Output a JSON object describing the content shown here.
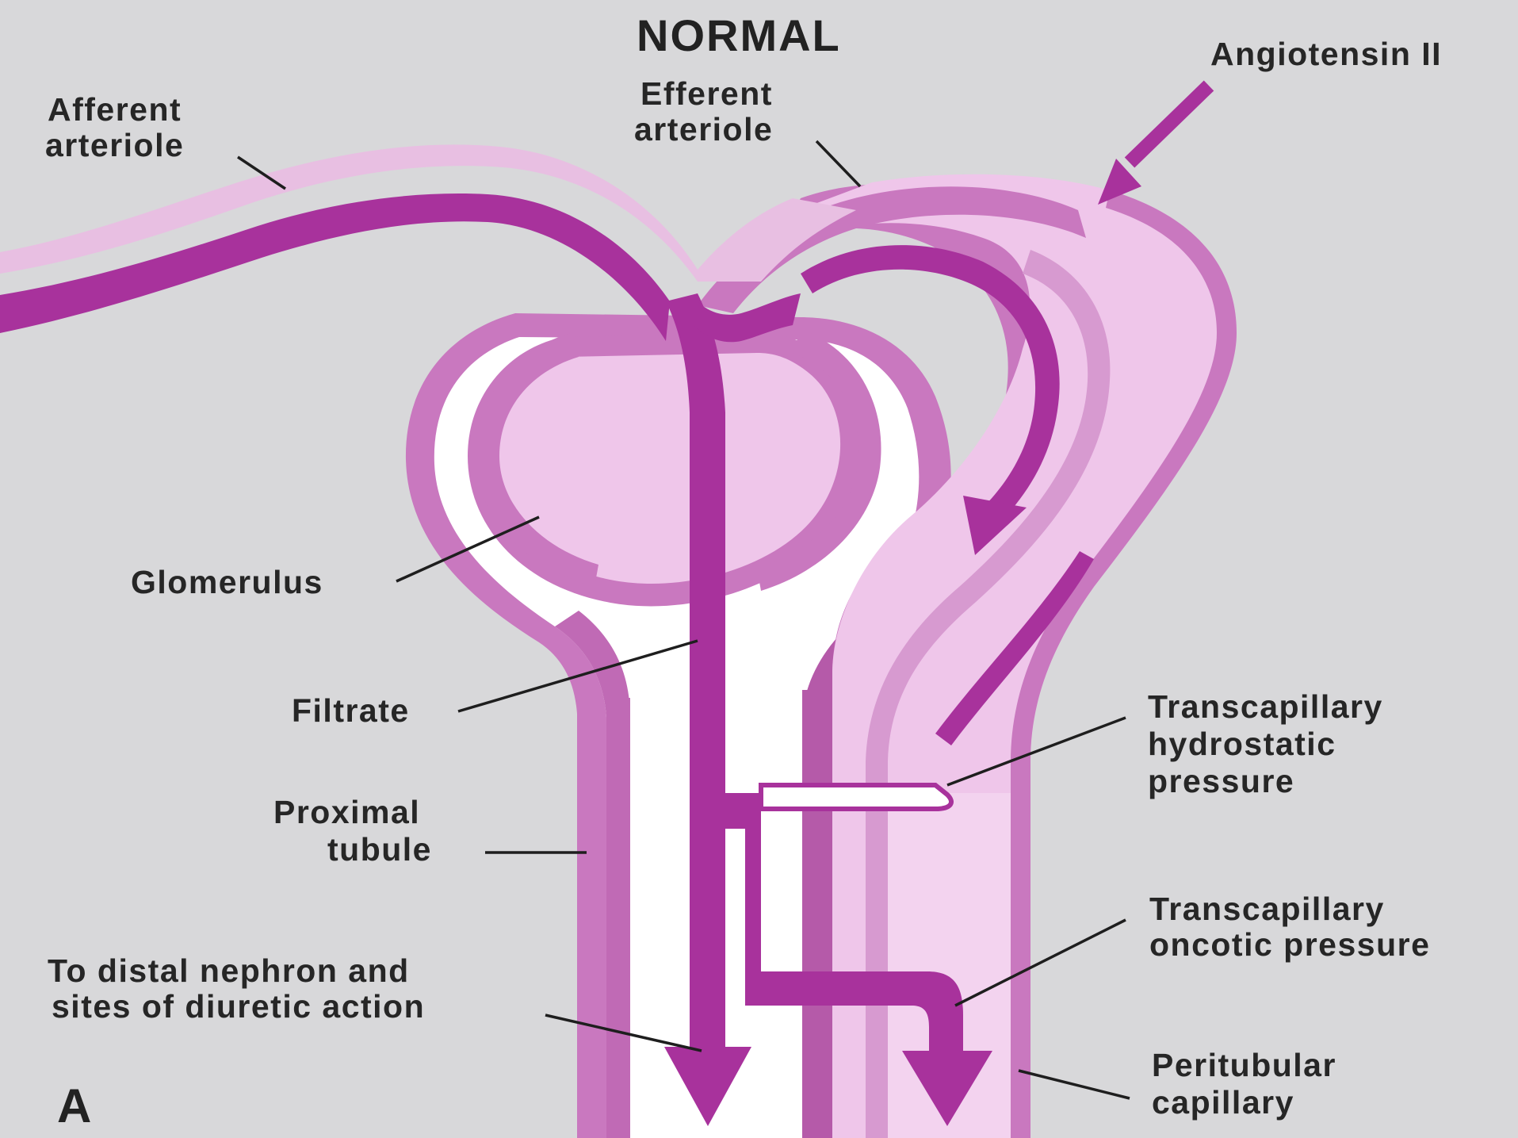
{
  "title": "NORMAL",
  "panel_letter": "A",
  "labels": {
    "afferent": [
      "Afferent",
      "arteriole"
    ],
    "efferent": [
      "Efferent",
      "arteriole"
    ],
    "angiotensin": "Angiotensin II",
    "glomerulus": "Glomerulus",
    "filtrate": "Filtrate",
    "proximal": [
      "Proximal",
      "tubule"
    ],
    "distal": [
      "To distal nephron and",
      "sites of diuretic action"
    ],
    "hydrostatic": [
      "Transcapillary",
      "hydrostatic",
      "pressure"
    ],
    "oncotic": [
      "Transcapillary",
      "oncotic pressure"
    ],
    "peritubular": [
      "Peritubular",
      "capillary"
    ]
  },
  "colors": {
    "background": "#d8d8da",
    "dark_magenta": "#a8329c",
    "mid_magenta": "#c978bf",
    "light_pink": "#efc6ea",
    "pale_pink": "#f8e2f5",
    "white": "#ffffff",
    "text": "#262626"
  }
}
